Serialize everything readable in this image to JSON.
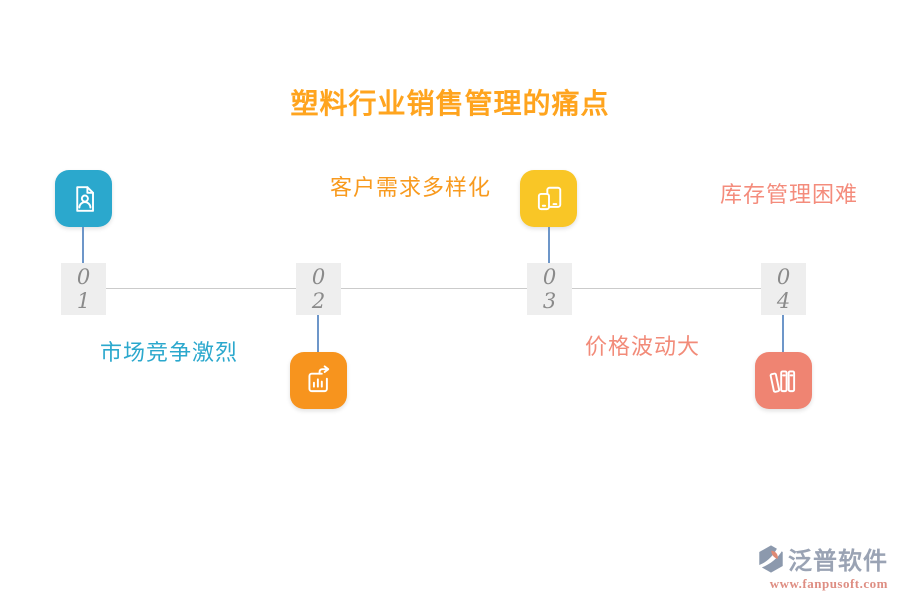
{
  "title": {
    "text": "塑料行业销售管理的痛点",
    "color": "#FFA41E"
  },
  "timeline": {
    "axis_color": "#CBCBCB",
    "connector_color": "#6D96C9",
    "number_box": {
      "bg": "#EEEEEE",
      "text_color": "#8A8A8A"
    },
    "nodes": [
      {
        "number_top": "0",
        "number_bottom": "1",
        "label": "市场竞争激烈",
        "label_color": "#2BA8CD",
        "icon": "document-user-icon",
        "icon_bg": "#2BA8CD",
        "icon_position": "above-axis",
        "label_position": "below-axis"
      },
      {
        "number_top": "0",
        "number_bottom": "2",
        "label": "客户需求多样化",
        "label_color": "#F89A1E",
        "icon": "bar-chart-arrow-icon",
        "icon_bg": "#F7941E",
        "icon_position": "below-axis",
        "label_position": "above-axis"
      },
      {
        "number_top": "0",
        "number_bottom": "3",
        "label": "价格波动大",
        "label_color": "#F28B79",
        "icon": "mobile-devices-icon",
        "icon_bg": "#F9C626",
        "icon_position": "above-axis",
        "label_position": "below-axis"
      },
      {
        "number_top": "0",
        "number_bottom": "4",
        "label": "库存管理困难",
        "label_color": "#F48C7C",
        "icon": "books-icon",
        "icon_bg": "#EF8472",
        "icon_position": "below-axis",
        "label_position": "above-axis"
      }
    ]
  },
  "footer": {
    "brand": "泛普软件",
    "brand_color": "#9AA3B4",
    "url": "www.fanpusoft.com",
    "url_color": "#DE8E83",
    "logo": "fanpu-hexagon-logo",
    "logo_primary": "#8C99AD",
    "logo_accent": "#DF8A74"
  }
}
